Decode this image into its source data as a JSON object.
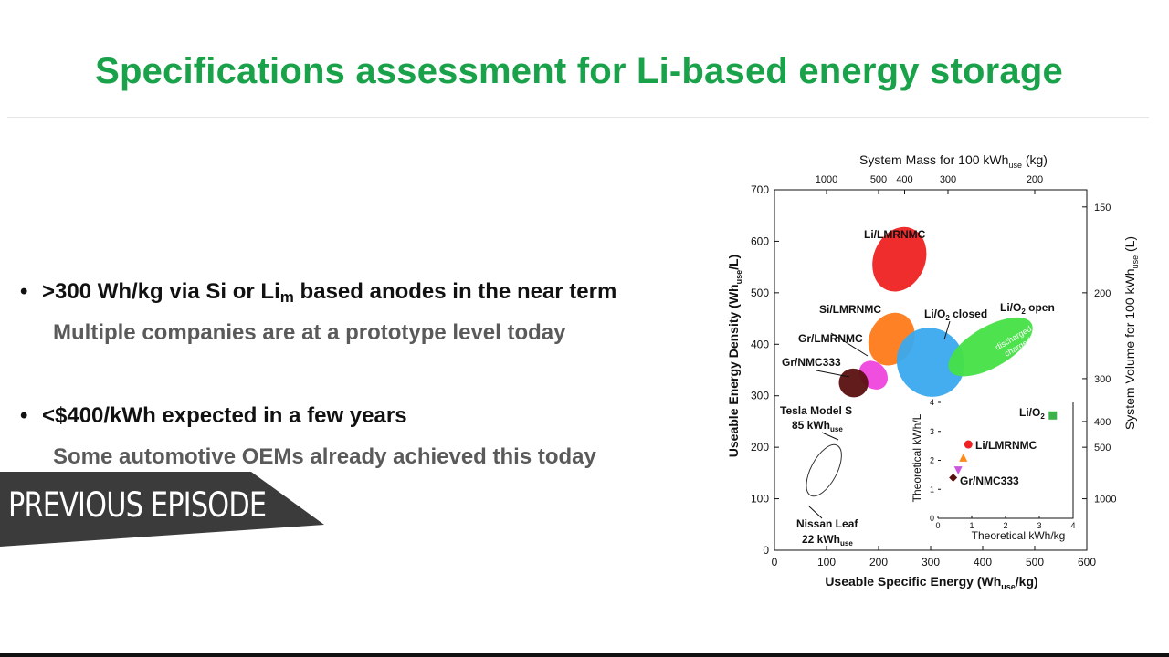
{
  "slide": {
    "title": "Specifications assessment for Li-based energy storage",
    "bullet_symbol": "•",
    "bullet1_prefix": ">300 Wh/kg via Si or Li",
    "bullet1_sub": "m",
    "bullet1_suffix": " based anodes in the near term",
    "bullet1_detail": "Multiple companies are at a prototype level today",
    "bullet2": "<$400/kWh expected in a few years",
    "bullet2_detail": "Some automotive OEMs already achieved this today",
    "previous_episode": "PREVIOUS EPISODE"
  },
  "colors": {
    "title": "#1aa24a",
    "banner": "#3b3b3b"
  },
  "chart_data": [
    {
      "type": "scatter",
      "title": "",
      "xlabel_main": "Useable Specific Energy (Wh",
      "xlabel_sub": "use",
      "xlabel_end": "/kg)",
      "ylabel_main": "Useable Energy Density (Wh",
      "ylabel_sub": "use",
      "ylabel_end": "/L)",
      "top_label_main": "System Mass for 100 kWh",
      "top_label_sub": "use",
      "top_label_end": " (kg)",
      "right_label_main": "System Volume for 100 kWh",
      "right_label_sub": "use",
      "right_label_end": " (L)",
      "xlim": [
        0,
        600
      ],
      "ylim": [
        0,
        700
      ],
      "xticks": [
        0,
        100,
        200,
        300,
        400,
        500,
        600
      ],
      "yticks": [
        0,
        100,
        200,
        300,
        400,
        500,
        600,
        700
      ],
      "top_ticks": [
        1000,
        500,
        400,
        300,
        200
      ],
      "right_ticks": [
        150,
        200,
        300,
        400,
        500,
        1000
      ],
      "regions": [
        {
          "name": "Li/LMRNMC",
          "color": "#ee2222",
          "cx": 240,
          "cy": 565,
          "rx": 88,
          "ry": 28,
          "angle": 68
        },
        {
          "name": "Si/LMRNMC",
          "color": "#ff7a1a",
          "cx": 225,
          "cy": 410,
          "rx": 72,
          "ry": 24,
          "angle": 65
        },
        {
          "name": "Gr/LMRNMC",
          "color": "#ee44dd",
          "cx": 190,
          "cy": 340,
          "rx": 34,
          "ry": 17,
          "angle": 45
        },
        {
          "name": "Gr/NMC333",
          "color": "#5b1010",
          "cx": 152,
          "cy": 325,
          "rx": 38,
          "ry": 16,
          "angle": 70
        },
        {
          "name": "Li/O",
          "color": "#3aa9ee",
          "cx": 300,
          "cy": 365,
          "rx": 88,
          "ry": 38,
          "angle": 35
        },
        {
          "name": "Li/O",
          "color": "#44e044",
          "cx": 415,
          "cy": 395,
          "rx": 125,
          "ry": 22,
          "angle": 30
        },
        {
          "name": "Tesla Model S",
          "color": "none",
          "cx": 95,
          "cy": 155,
          "rx": 75,
          "ry": 14,
          "angle": 62
        }
      ],
      "annotations": {
        "li_lmrnmc": "Li/LMRNMC",
        "si_lmrnmc": "Si/LMRNMC",
        "gr_lmrnmc": "Gr/LMRNMC",
        "gr_nmc333": "Gr/NMC333",
        "lio2_closed_a": "Li/O",
        "lio2_closed_sub": "2",
        "lio2_closed_b": " closed",
        "lio2_open_a": "Li/O",
        "lio2_open_sub": "2",
        "lio2_open_b": " open",
        "discharged": "discharged",
        "charged": "charged",
        "tesla_1": "Tesla Model S",
        "tesla_2": "85 kWh",
        "tesla_sub": "use",
        "leaf_1": "Nissan Leaf",
        "leaf_2": "22 kWh",
        "leaf_sub": "use"
      }
    },
    {
      "type": "scatter",
      "title": "",
      "xlabel": "Theoretical kWh/kg",
      "ylabel": "Theoretical kWh/L",
      "xlim": [
        0,
        4
      ],
      "ylim": [
        0,
        4
      ],
      "xticks": [
        0,
        1,
        2,
        3,
        4
      ],
      "yticks": [
        0,
        1,
        2,
        3,
        4
      ],
      "points": [
        {
          "label": "Li/O",
          "sub": "2",
          "x": 3.4,
          "y": 3.55,
          "shape": "square",
          "color": "#3cb34a"
        },
        {
          "label": "Li/LMRNMC",
          "x": 0.9,
          "y": 2.55,
          "shape": "circle",
          "color": "#ee2222"
        },
        {
          "label": "",
          "x": 0.75,
          "y": 2.1,
          "shape": "triangle-up",
          "color": "#ff8a1a"
        },
        {
          "label": "",
          "x": 0.6,
          "y": 1.65,
          "shape": "triangle-down",
          "color": "#cc55dd"
        },
        {
          "label": "Gr/NMC333",
          "x": 0.45,
          "y": 1.4,
          "shape": "diamond",
          "color": "#5b1010"
        }
      ]
    }
  ]
}
